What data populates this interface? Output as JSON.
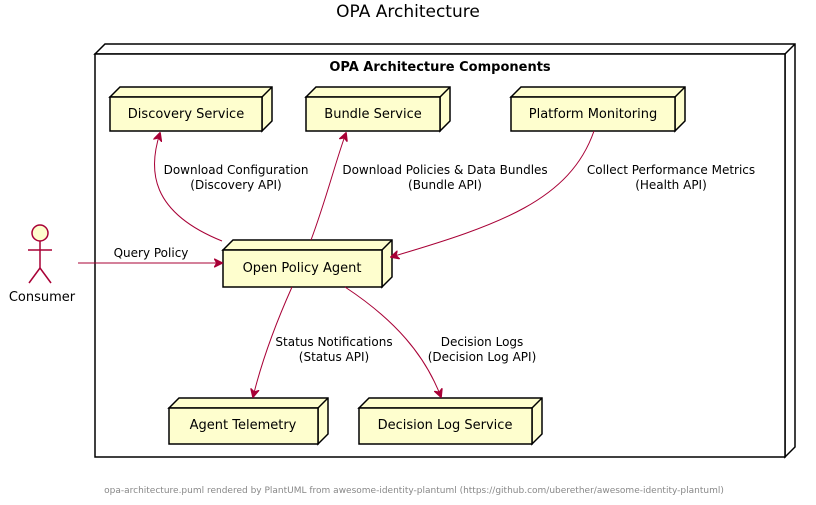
{
  "title": "OPA Architecture",
  "package": {
    "title": "OPA Architecture Components"
  },
  "nodes": {
    "discovery": "Discovery Service",
    "bundle": "Bundle Service",
    "monitoring": "Platform Monitoring",
    "opa": "Open Policy Agent",
    "telemetry": "Agent Telemetry",
    "decision_log": "Decision Log Service"
  },
  "actor": {
    "label": "Consumer"
  },
  "edges": {
    "query": "Query Policy",
    "discovery_l1": "Download Configuration",
    "discovery_l2": "(Discovery API)",
    "bundle_l1": "Download Policies & Data Bundles",
    "bundle_l2": "(Bundle API)",
    "metrics_l1": "Collect Performance Metrics",
    "metrics_l2": "(Health API)",
    "status_l1": "Status Notifications",
    "status_l2": "(Status API)",
    "decision_l1": "Decision Logs",
    "decision_l2": "(Decision Log API)"
  },
  "footer": "opa-architecture.puml rendered by PlantUML from awesome-identity-plantuml (https://github.com/uberether/awesome-identity-plantuml)",
  "colors": {
    "node_fill": "#FEFECE",
    "edge": "#A80036"
  }
}
